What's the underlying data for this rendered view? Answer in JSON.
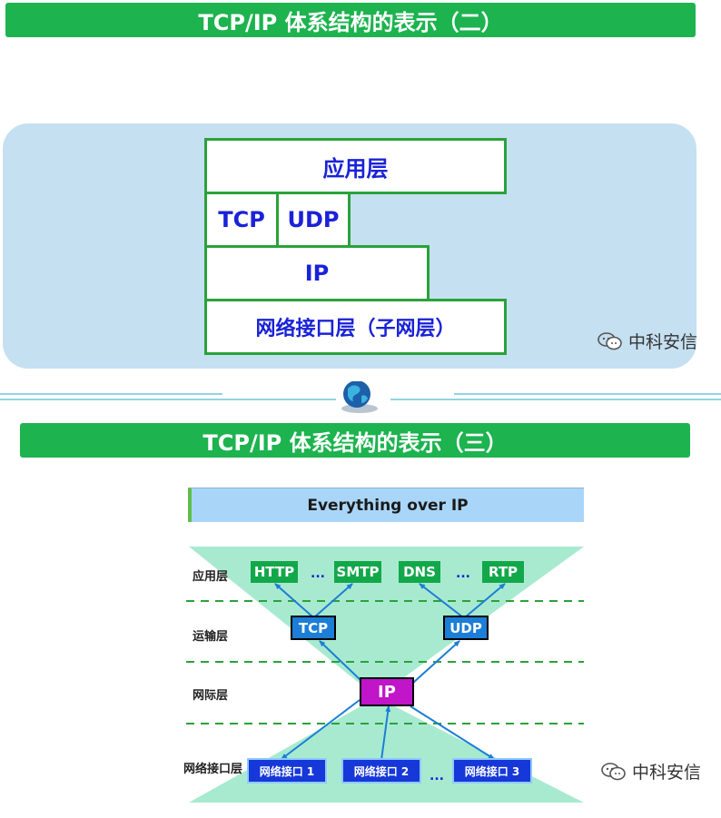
{
  "section2": {
    "title": "TCP/IP 体系结构的表示（二）",
    "layers": {
      "app": "应用层",
      "tcp": "TCP",
      "udp": "UDP",
      "ip": "IP",
      "netif": "网络接口层（子网层）"
    }
  },
  "section3": {
    "title": "TCP/IP 体系结构的表示（三）",
    "banner": "Everything over IP",
    "layer_labels": [
      "应用层",
      "运输层",
      "网际层",
      "网络接口层"
    ],
    "app_protocols": [
      "HTTP",
      "SMTP",
      "DNS",
      "RTP"
    ],
    "transport": [
      "TCP",
      "UDP"
    ],
    "network": "IP",
    "interfaces": [
      "网络接口 1",
      "网络接口 2",
      "网络接口 3"
    ],
    "ellipsis": "..."
  },
  "watermark": {
    "text": "中科安信"
  },
  "colors": {
    "banner_green": "#1db34f",
    "panel_blue": "#c5e0f1",
    "box_border_green": "#2aa23a",
    "layer_text_blue": "#1a22d8",
    "ip_purple": "#c015c8",
    "transport_blue": "#1c7ed6",
    "interface_blue": "#1638d9",
    "hourglass_mint": "#a8ead0"
  },
  "icons": [
    "wechat-icon",
    "globe-icon"
  ]
}
